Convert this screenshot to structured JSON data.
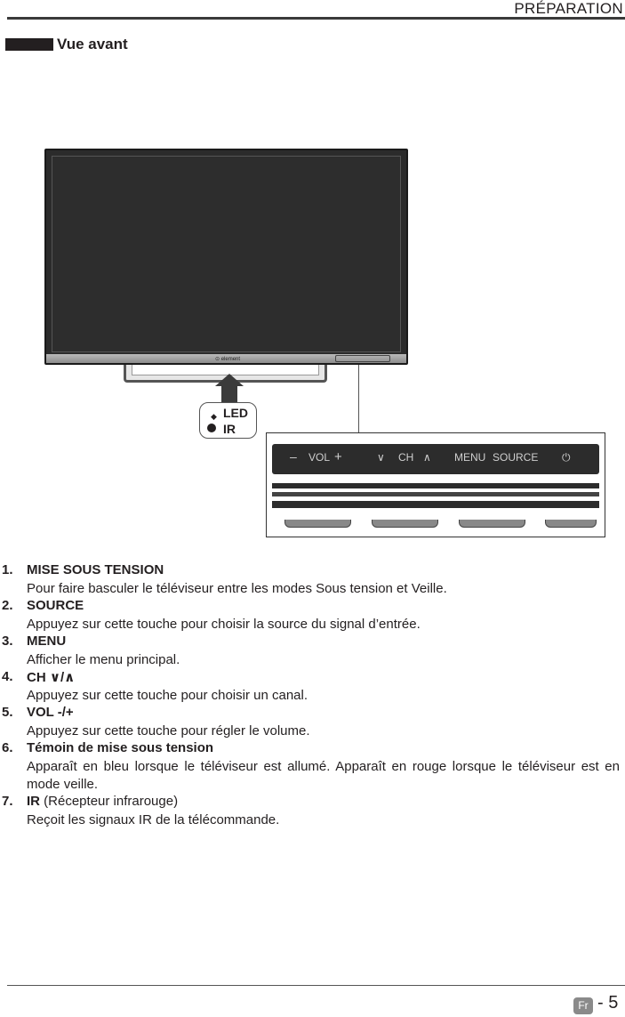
{
  "header": {
    "section": "PRÉPARATION",
    "subtitle": "Vue avant"
  },
  "illustration": {
    "brand": "⊙ element",
    "callout": {
      "led": "LED",
      "ir": "IR"
    },
    "panel": {
      "vol_minus": "–",
      "vol": "VOL",
      "vol_plus": "+",
      "ch_down": "∨",
      "ch": "CH",
      "ch_up": "∧",
      "menu": "MENU",
      "source": "SOURCE",
      "power": "⏻"
    }
  },
  "items": [
    {
      "num": "1.",
      "title": "MISE SOUS TENSION",
      "body": "Pour faire basculer le téléviseur entre les modes Sous tension et Veille."
    },
    {
      "num": "2.",
      "title": "SOURCE",
      "body": "Appuyez sur cette touche pour choisir la source du signal d’entrée."
    },
    {
      "num": "3.",
      "title": "MENU",
      "body": "Afficher le menu principal."
    },
    {
      "num": "4.",
      "title": "CH ∨/∧",
      "body": "Appuyez sur cette touche pour choisir un canal."
    },
    {
      "num": "5.",
      "title": "VOL -/+",
      "body": "Appuyez sur cette touche pour régler le volume."
    },
    {
      "num": "6.",
      "title": "Témoin de mise sous tension",
      "body": "Apparaît en bleu lorsque le téléviseur est allumé. Apparaît en rouge lorsque le téléviseur est en mode veille."
    },
    {
      "num": "7.",
      "title": "IR",
      "title_suffix": " (Récepteur infrarouge)",
      "body": "Reçoit les signaux IR de la télécommande."
    }
  ],
  "footer": {
    "lang": "Fr",
    "page": "- 5"
  }
}
